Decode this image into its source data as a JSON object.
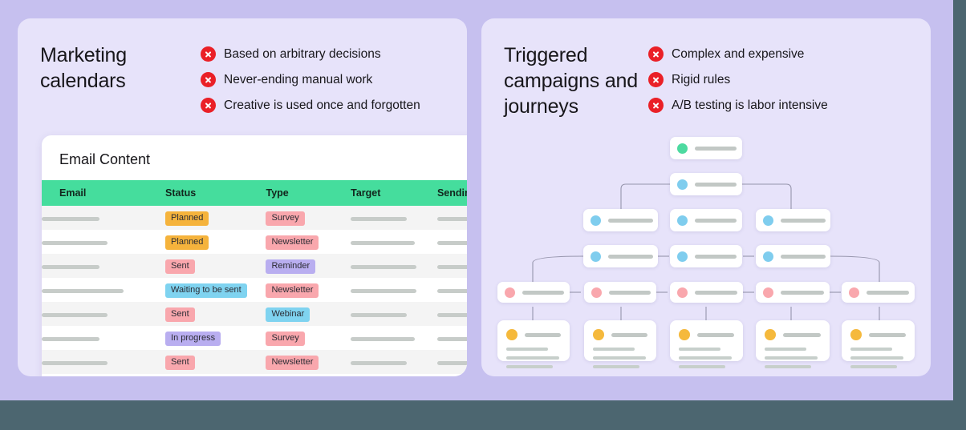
{
  "theme": {
    "page_bg": "#c6c0ef",
    "footer_bg": "#4c6670",
    "card_bg": "#e7e3fa",
    "table_header_green": "#45dd9d",
    "bullet_red": "#ea2027",
    "chip_orange": "#f5b33c",
    "chip_pink": "#f9a7ad",
    "chip_blue": "#7fd3f0",
    "chip_purple": "#b9aef0",
    "node_green": "#4ddaa0",
    "node_blue": "#7fcdee",
    "node_pink": "#f9a7ad",
    "node_yellow": "#f5b93c"
  },
  "left_panel": {
    "title": "Marketing calendars",
    "bullets": [
      {
        "icon": "x-circle-icon",
        "text": "Based on arbitrary decisions"
      },
      {
        "icon": "x-circle-icon",
        "text": "Never-ending manual work"
      },
      {
        "icon": "x-circle-icon",
        "text": "Creative is used once and forgotten"
      }
    ],
    "widget": {
      "title": "Email Content",
      "columns": [
        "Email",
        "Status",
        "Type",
        "Target",
        "Sending"
      ],
      "rows": [
        {
          "email": "",
          "status": "Planned",
          "status_color": "orange",
          "type": "Survey",
          "type_color": "pink",
          "target": "",
          "sending": ""
        },
        {
          "email": "",
          "status": "Planned",
          "status_color": "orange",
          "type": "Newsletter",
          "type_color": "pink",
          "target": "",
          "sending": ""
        },
        {
          "email": "",
          "status": "Sent",
          "status_color": "pink",
          "type": "Reminder",
          "type_color": "purple",
          "target": "",
          "sending": ""
        },
        {
          "email": "",
          "status": "Waiting to be sent",
          "status_color": "blue",
          "type": "Newsletter",
          "type_color": "pink",
          "target": "",
          "sending": ""
        },
        {
          "email": "",
          "status": "Sent",
          "status_color": "pink",
          "type": "Webinar",
          "type_color": "blue",
          "target": "",
          "sending": ""
        },
        {
          "email": "",
          "status": "In progress",
          "status_color": "purple",
          "type": "Survey",
          "type_color": "pink",
          "target": "",
          "sending": ""
        },
        {
          "email": "",
          "status": "Sent",
          "status_color": "pink",
          "type": "Newsletter",
          "type_color": "pink",
          "target": "",
          "sending": ""
        }
      ]
    }
  },
  "right_panel": {
    "title": "Triggered campaigns and journeys",
    "bullets": [
      {
        "icon": "x-circle-icon",
        "text": "Complex and expensive"
      },
      {
        "icon": "x-circle-icon",
        "text": "Rigid rules"
      },
      {
        "icon": "x-circle-icon",
        "text": "A/B testing is labor intensive"
      }
    ],
    "diagram": {
      "name": "journey-flow-diagram",
      "levels": [
        {
          "level": 1,
          "dot_color": "green",
          "node_count": 1
        },
        {
          "level": 2,
          "dot_color": "blue",
          "node_count": 1
        },
        {
          "level": 3,
          "dot_color": "blue",
          "node_count": 3
        },
        {
          "level": 4,
          "dot_color": "blue",
          "node_count": 3
        },
        {
          "level": 5,
          "dot_color": "pink",
          "node_count": 5
        },
        {
          "level": 6,
          "dot_color": "yellow",
          "node_count": 5
        }
      ]
    }
  }
}
